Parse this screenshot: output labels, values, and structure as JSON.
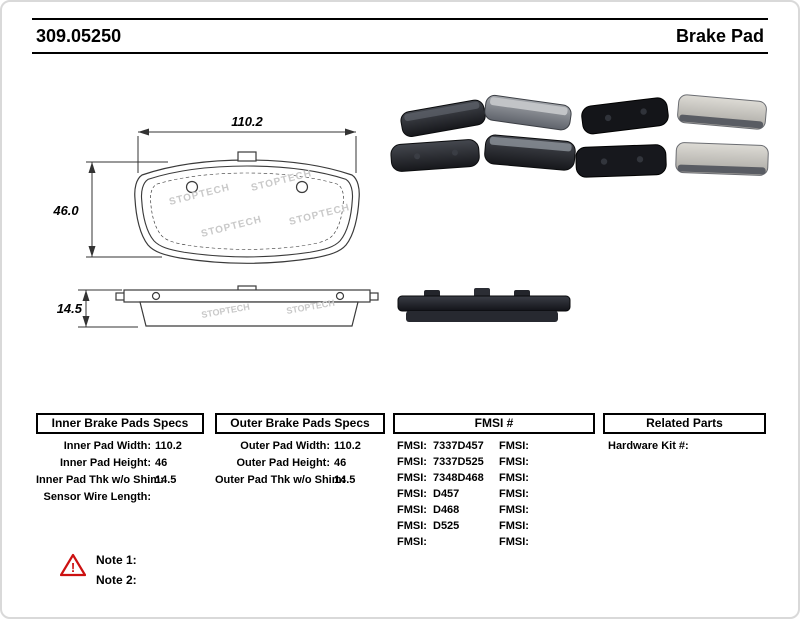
{
  "header": {
    "part_number": "309.05250",
    "title": "Brake Pad"
  },
  "diagram": {
    "front": {
      "width": "110.2",
      "height": "46.0"
    },
    "side": {
      "thickness": "14.5"
    },
    "watermark": "STOPTECH"
  },
  "tables": {
    "inner": {
      "title": "Inner Brake Pads Specs",
      "rows": [
        {
          "label": "Inner Pad Width:",
          "value": "110.2"
        },
        {
          "label": "Inner Pad Height:",
          "value": "46"
        },
        {
          "label": "Inner Pad Thk w/o Shim:",
          "value": "14.5"
        },
        {
          "label": "Sensor Wire Length:",
          "value": ""
        }
      ]
    },
    "outer": {
      "title": "Outer Brake Pads Specs",
      "rows": [
        {
          "label": "Outer Pad Width:",
          "value": "110.2"
        },
        {
          "label": "Outer Pad Height:",
          "value": "46"
        },
        {
          "label": "Outer Pad Thk w/o Shim:",
          "value": "14.5"
        }
      ]
    },
    "fmsi": {
      "title": "FMSI #",
      "col1": [
        {
          "label": "FMSI:",
          "value": "7337D457"
        },
        {
          "label": "FMSI:",
          "value": "7337D525"
        },
        {
          "label": "FMSI:",
          "value": "7348D468"
        },
        {
          "label": "FMSI:",
          "value": "D457"
        },
        {
          "label": "FMSI:",
          "value": "D468"
        },
        {
          "label": "FMSI:",
          "value": "D525"
        },
        {
          "label": "FMSI:",
          "value": ""
        }
      ],
      "col2": [
        {
          "label": "FMSI:",
          "value": ""
        },
        {
          "label": "FMSI:",
          "value": ""
        },
        {
          "label": "FMSI:",
          "value": ""
        },
        {
          "label": "FMSI:",
          "value": ""
        },
        {
          "label": "FMSI:",
          "value": ""
        },
        {
          "label": "FMSI:",
          "value": ""
        },
        {
          "label": "FMSI:",
          "value": ""
        }
      ]
    },
    "related": {
      "title": "Related Parts",
      "rows": [
        {
          "label": "Hardware Kit #:",
          "value": ""
        }
      ]
    }
  },
  "notes": {
    "warning_icon": "!",
    "note1": "Note 1:",
    "note2": "Note 2:"
  }
}
